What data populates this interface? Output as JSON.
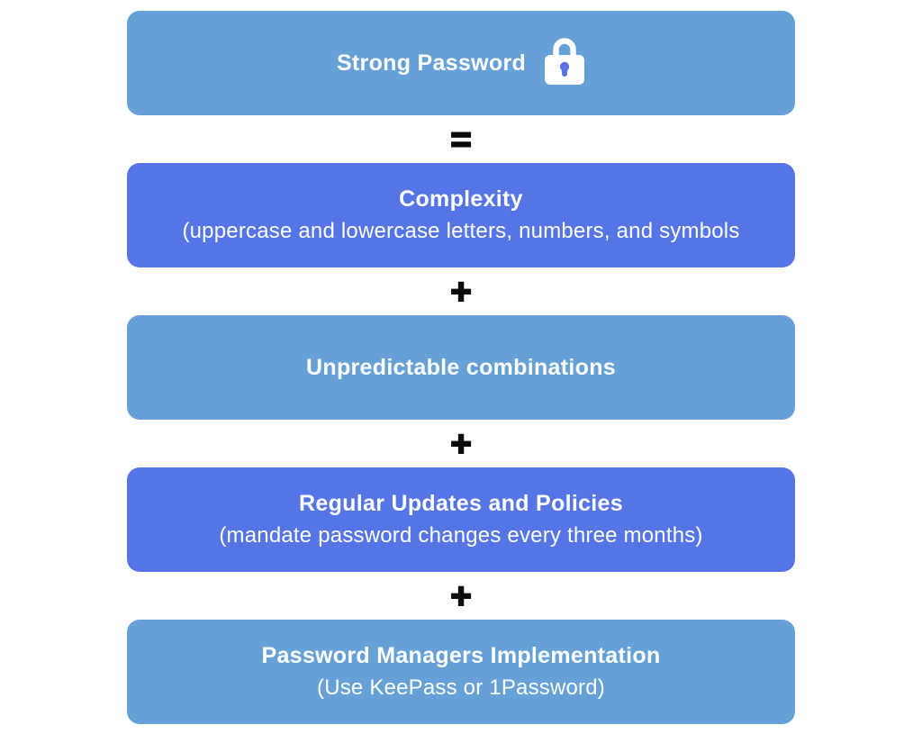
{
  "diagram": {
    "title_node": {
      "title": "Strong Password",
      "icon": "lock-icon"
    },
    "nodes": [
      {
        "title": "Strong Password",
        "subtitle": "",
        "variant": "light"
      },
      {
        "title": "Complexity",
        "subtitle": "(uppercase and lowercase letters, numbers, and symbols",
        "variant": "dark"
      },
      {
        "title": "Unpredictable combinations",
        "subtitle": "",
        "variant": "light"
      },
      {
        "title": "Regular Updates and Policies",
        "subtitle": "(mandate password changes every three months)",
        "variant": "dark"
      },
      {
        "title": "Password Managers Implementation",
        "subtitle": "(Use KeePass or 1Password)",
        "variant": "light"
      }
    ],
    "operators": [
      "=",
      "+",
      "+",
      "+"
    ],
    "colors": {
      "light_blue": "#65a0d7",
      "periwinkle_blue": "#5575e6",
      "operator_black": "#0b0b0b",
      "text_white": "#ffffff",
      "keyhole_blue": "#5b74e4",
      "background": "#ffffff"
    }
  }
}
